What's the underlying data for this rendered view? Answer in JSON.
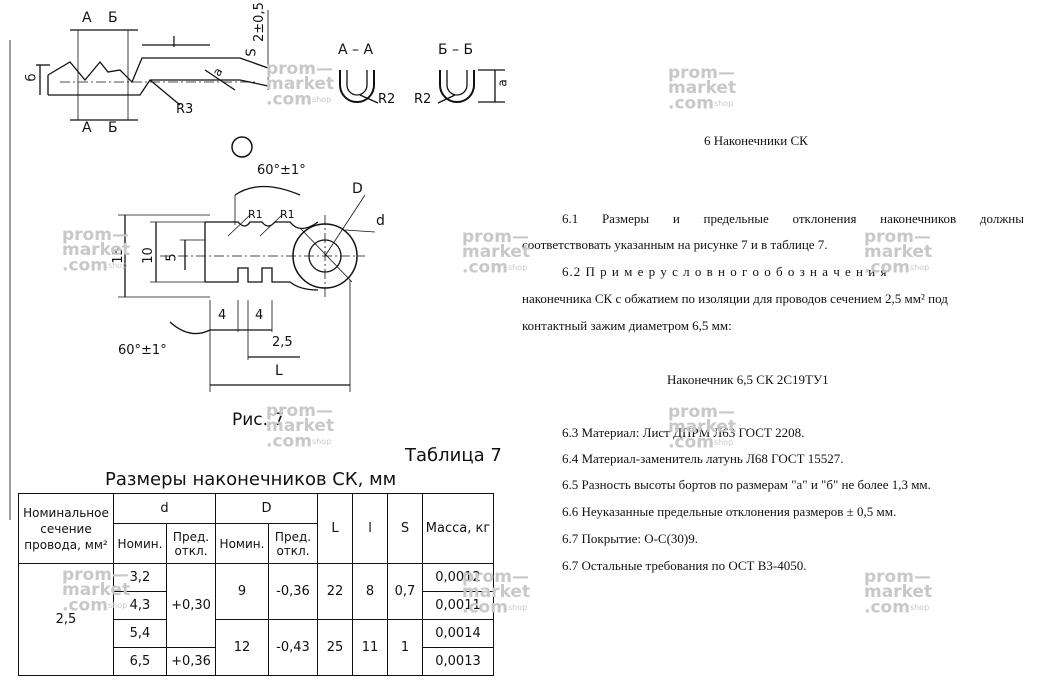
{
  "figure": {
    "dims": {
      "A": "А",
      "B": "Б",
      "l": "l",
      "S": "S",
      "two": "2±0,5",
      "b": "б",
      "a": "а",
      "R3": "R3",
      "R2": "R2",
      "AA": "А – А",
      "BB": "Б – Б",
      "angle": "60°±1°",
      "D": "D",
      "d": "d",
      "R1": "R1",
      "d15": "15",
      "d10": "10",
      "d5": "5",
      "d4": "4",
      "d25": "2,5",
      "L": "L"
    },
    "caption": "Рис. 7"
  },
  "table": {
    "label": "Таблица 7",
    "title": "Размеры наконечников СК, мм",
    "head": {
      "nominal": "Номинальное сечение провода, мм²",
      "d": "d",
      "D": "D",
      "L": "L",
      "l": "l",
      "S": "S",
      "mass": "Масса, кг",
      "nom1": "Номин.",
      "tol1": "Пред. откл.",
      "nom2": "Номин.",
      "tol2": "Пред. откл."
    },
    "section": "2,5",
    "d_values": [
      "3,2",
      "4,3",
      "5,4",
      "6,5"
    ],
    "d_tol1": "+0,30",
    "d_tol2": "+0,36",
    "groups": [
      {
        "D": "9",
        "Dtol": "-0,36",
        "L": "22",
        "l": "8",
        "S": "0,7"
      },
      {
        "D": "12",
        "Dtol": "-0,43",
        "L": "25",
        "l": "11",
        "S": "1"
      }
    ],
    "mass": [
      "0,0012",
      "0,0011",
      "0,0014",
      "0,0013"
    ]
  },
  "text": {
    "heading": "6 Наконечники СК",
    "p61a": "6.1 Размеры и предельные отклонения наконечников должны",
    "p61b": "соответствовать указанным на рисунке 7 и в таблице 7.",
    "p62a": "6.2 П р и м е р у с л о в н о г о о б о з н а ч е н и я",
    "p62b": "наконечника СК с обжатием по изоляции для проводов сечением 2,5 мм² под",
    "p62c": "контактный зажим диаметром 6,5 мм:",
    "example": "Наконечник 6,5 СК 2С19ТУ1",
    "p63": "6.3 Материал: Лист ДПРМ Л63 ГОСТ 2208.",
    "p64": "6.4 Материал-заменитель латунь Л68 ГОСТ 15527.",
    "p65": "6.5 Разность высоты бортов по размерам \"а\" и \"б\" не более 1,3 мм.",
    "p66": "6.6 Неуказанные предельные отклонения размеров ± 0,5 мм.",
    "p67a": "6.7 Покрытие: О-С(30)9.",
    "p67b": "6.7 Остальные требования по ОСТ В3-4050."
  },
  "watermark": {
    "l1": "prom—",
    "l2": "market",
    "l3": ".com",
    "shop": "shop"
  }
}
